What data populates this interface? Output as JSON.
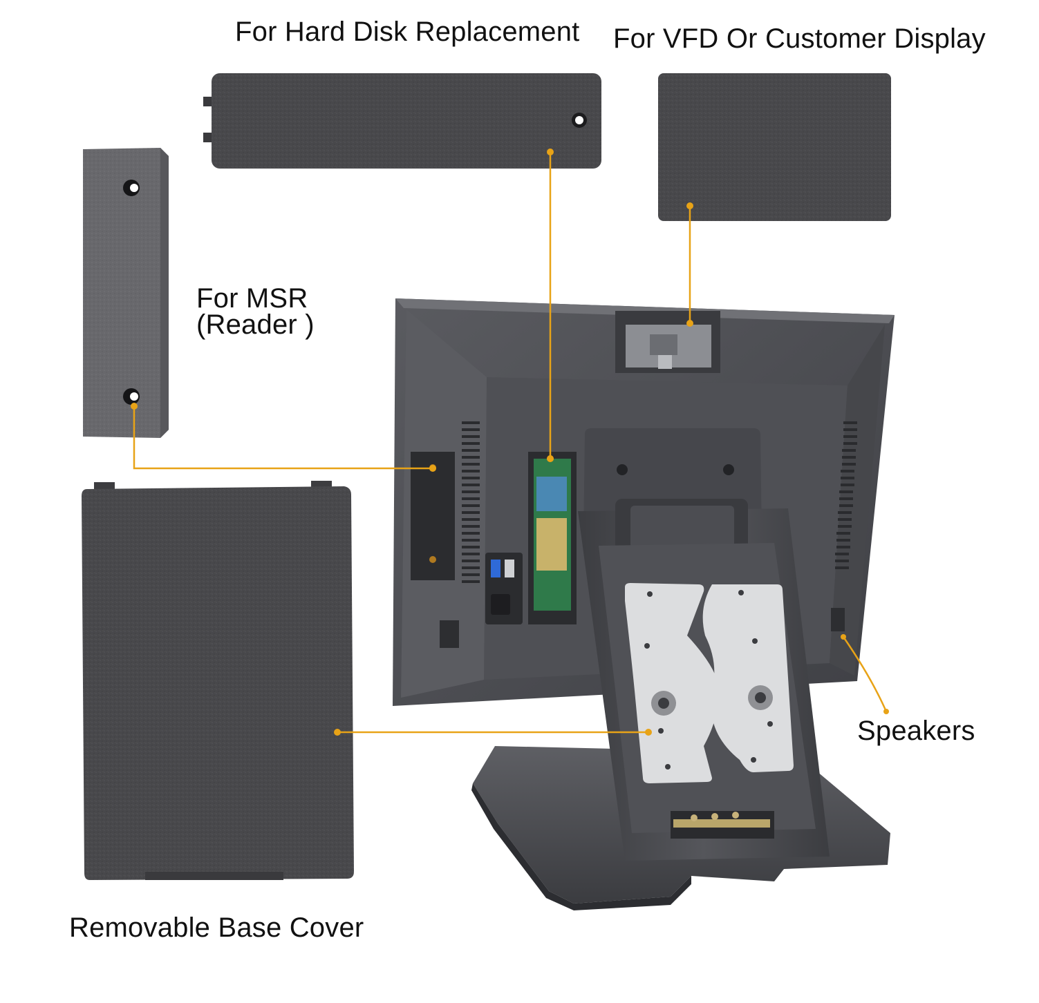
{
  "labels": {
    "hard_disk": "For Hard Disk Replacement",
    "vfd": "For VFD Or Customer Display",
    "msr_line1": "For MSR",
    "msr_line2": "(Reader )",
    "speakers": "Speakers",
    "base_cover": "Removable Base Cover"
  },
  "colors": {
    "background": "#ffffff",
    "callout": "#e8a317",
    "cover_dark": "#47474a",
    "cover_light": "#66666a",
    "device_body": "#4a4b4f",
    "bracket": "#d9dadc"
  }
}
